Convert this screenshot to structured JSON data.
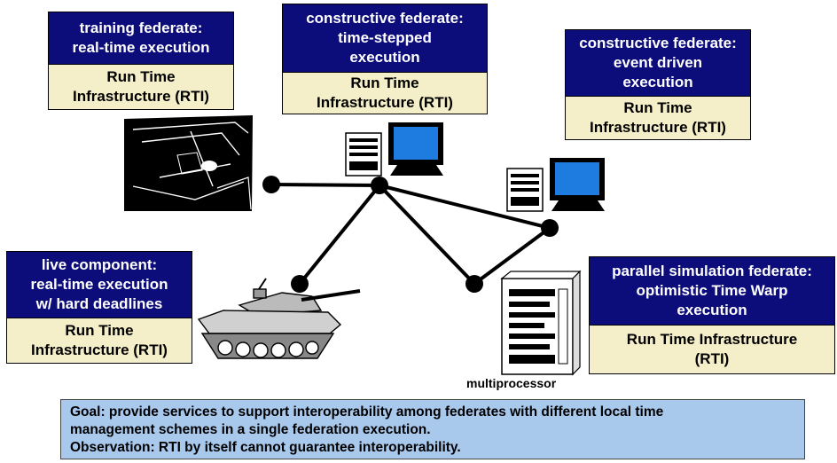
{
  "federates": [
    {
      "id": "training",
      "title": "training federate:\nreal-time execution",
      "rti": "Run Time\nInfrastructure (RTI)"
    },
    {
      "id": "time-stepped",
      "title": "constructive federate:\ntime-stepped\nexecution",
      "rti": "Run Time\nInfrastructure (RTI)"
    },
    {
      "id": "event-driven",
      "title": "constructive federate:\nevent driven\nexecution",
      "rti": "Run Time\nInfrastructure (RTI)"
    },
    {
      "id": "live",
      "title": "live component:\nreal-time execution\nw/ hard deadlines",
      "rti": "Run Time\nInfrastructure (RTI)"
    },
    {
      "id": "parallel",
      "title": "parallel simulation federate:\noptimistic Time Warp\nexecution",
      "rti": "Run Time Infrastructure\n(RTI)"
    }
  ],
  "multiprocessor_label": "multiprocessor",
  "goal": {
    "line1": "Goal: provide services to support interoperability among federates with different local time",
    "line2": "management schemes in a single federation execution.",
    "line3": "Observation:  RTI by itself cannot guarantee interoperability."
  },
  "colors": {
    "title_bg": "#0c0c7a",
    "rti_bg": "#f4efc8",
    "goal_bg": "#a8c8ec",
    "monitor_screen": "#1e7be0"
  }
}
